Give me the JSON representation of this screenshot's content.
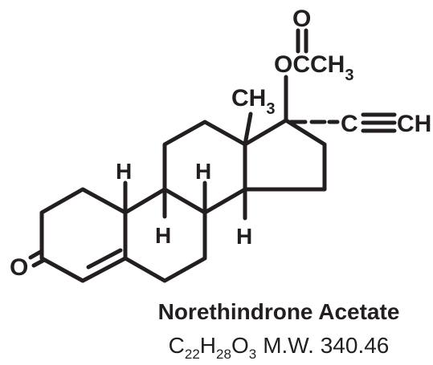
{
  "molecule": {
    "name": "Norethindrone Acetate",
    "formula": {
      "c_symbol": "C",
      "c_count": "22",
      "h_symbol": "H",
      "h_count": "28",
      "o_symbol": "O",
      "o_count": "3",
      "mw_text": "M.W. 340.46"
    },
    "atom_labels": {
      "ketone_oxygen": "O",
      "acetate_carbonyl_oxygen": "O",
      "acetate_group": "OCCH",
      "acetate_sub": "3",
      "methyl": "CH",
      "methyl_sub": "3",
      "alkyne_carbon": "C",
      "alkyne_ch": "CH",
      "h_c8": "H",
      "h_c9": "H",
      "h_c10": "H",
      "h_c14": "H"
    }
  }
}
